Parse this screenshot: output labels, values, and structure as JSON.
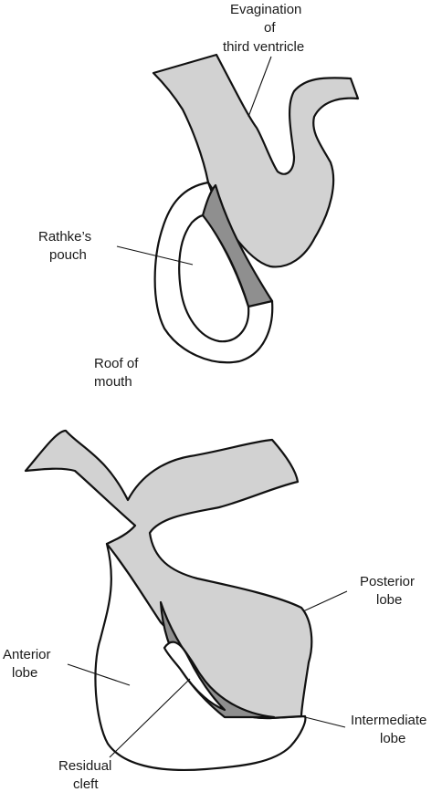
{
  "top_figure": {
    "evagination_label_line1": "Evagination",
    "evagination_label_line2": "of",
    "evagination_label_line3": "third ventricle",
    "rathke_label_line1": "Rathke’s",
    "rathke_label_line2": "pouch",
    "roof_label_line1": "Roof of",
    "roof_label_line2": "mouth"
  },
  "bottom_figure": {
    "posterior_label_line1": "Posterior",
    "posterior_label_line2": "lobe",
    "anterior_label_line1": "Anterior",
    "anterior_label_line2": "lobe",
    "intermediate_label_line1": "Intermediate",
    "intermediate_label_line2": "lobe",
    "residual_label_line1": "Residual",
    "residual_label_line2": "cleft"
  },
  "colors": {
    "light_gray_fill": "#d2d2d2",
    "dark_gray_fill": "#8f8f8f",
    "outline": "#111111",
    "background": "#ffffff"
  }
}
